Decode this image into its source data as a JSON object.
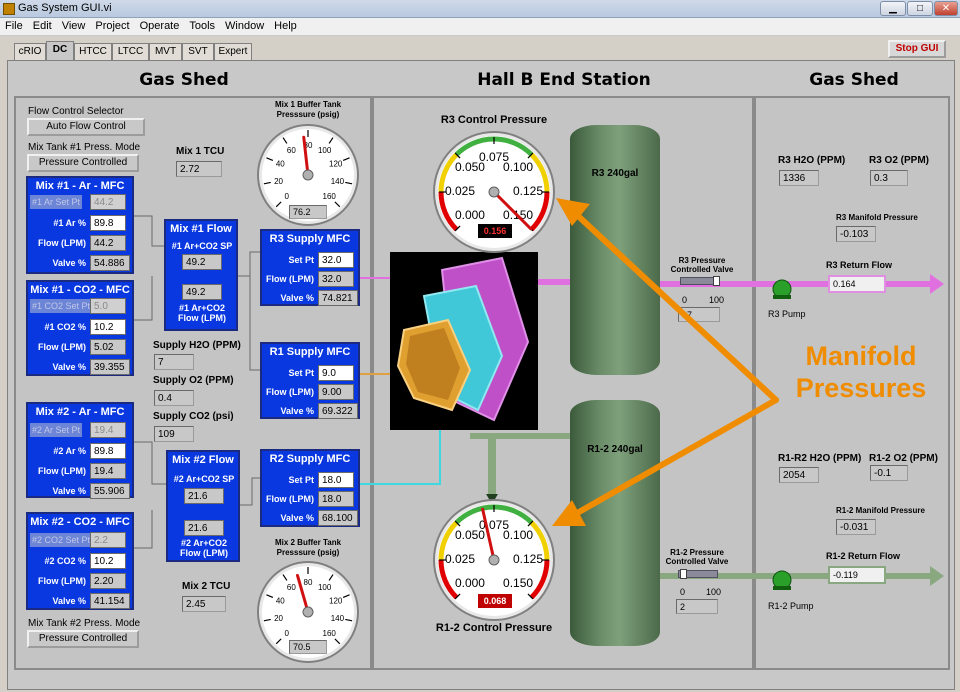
{
  "window": {
    "title": "Gas System GUI.vi",
    "min": "▁",
    "max": "□",
    "close": "✕"
  },
  "menu": [
    "File",
    "Edit",
    "View",
    "Project",
    "Operate",
    "Tools",
    "Window",
    "Help"
  ],
  "tabs": [
    "cRIO",
    "DC",
    "HTCC",
    "LTCC",
    "MVT",
    "SVT",
    "Expert"
  ],
  "active_tab": "DC",
  "stop_button": "Stop GUI",
  "left": {
    "title": "Gas Shed",
    "flow_selector_label": "Flow Control Selector",
    "flow_selector_btn": "Auto Flow Control",
    "mix1_mode_label": "Mix Tank #1 Press. Mode",
    "mix1_mode_btn": "Pressure Controlled",
    "mix2_mode_label": "Mix Tank #2 Press. Mode",
    "mix2_mode_btn": "Pressure Controlled",
    "mix1_ar": {
      "title": "Mix #1 - Ar - MFC",
      "sp_label": "#1 Ar Set Pt",
      "sp": "44.2",
      "pct_label": "#1 Ar %",
      "pct": "89.8",
      "flow_label": "Flow (LPM)",
      "flow": "44.2",
      "valve_label": "Valve %",
      "valve": "54.886"
    },
    "mix1_co2": {
      "title": "Mix #1 - CO2 - MFC",
      "sp_label": "#1 CO2 Set Pt",
      "sp": "5.0",
      "pct_label": "#1 CO2 %",
      "pct": "10.2",
      "flow_label": "Flow (LPM)",
      "flow": "5.02",
      "valve_label": "Valve %",
      "valve": "39.355"
    },
    "mix2_ar": {
      "title": "Mix #2 - Ar - MFC",
      "sp_label": "#2 Ar Set Pt",
      "sp": "19.4",
      "pct_label": "#2 Ar %",
      "pct": "89.8",
      "flow_label": "Flow (LPM)",
      "flow": "19.4",
      "valve_label": "Valve %",
      "valve": "55.906"
    },
    "mix2_co2": {
      "title": "Mix #2 - CO2 - MFC",
      "sp_label": "#2 CO2 Set Pt",
      "sp": "2.2",
      "pct_label": "#2 CO2 %",
      "pct": "10.2",
      "flow_label": "Flow (LPM)",
      "flow": "2.20",
      "valve_label": "Valve %",
      "valve": "41.154"
    },
    "mix1_flow": {
      "title": "Mix #1 Flow",
      "sp_label": "#1 Ar+CO2 SP",
      "sp": "49.2",
      "flow": "49.2",
      "flow_label": "#1 Ar+CO2\nFlow (LPM)"
    },
    "mix2_flow": {
      "title": "Mix #2 Flow",
      "sp_label": "#2 Ar+CO2 SP",
      "sp": "21.6",
      "flow": "21.6",
      "flow_label": "#2 Ar+CO2\nFlow (LPM)"
    },
    "mix1_tcu_label": "Mix 1 TCU",
    "mix1_tcu": "2.72",
    "mix2_tcu_label": "Mix 2 TCU",
    "mix2_tcu": "2.45",
    "supply_h2o_label": "Supply H2O (PPM)",
    "supply_h2o": "7",
    "supply_o2_label": "Supply O2 (PPM)",
    "supply_o2": "0.4",
    "supply_co2_label": "Supply CO2 (psi)",
    "supply_co2": "109",
    "buffer1": {
      "title": "Mix 1 Buffer Tank\nPresssure (psig)",
      "value": "76.2",
      "value_num": 76.2,
      "ticks": [
        "0",
        "20",
        "40",
        "60",
        "80",
        "100",
        "120",
        "140",
        "160"
      ]
    },
    "buffer2": {
      "title": "Mix 2 Buffer Tank\nPresssure (psig)",
      "value": "70.5",
      "value_num": 70.5,
      "ticks": [
        "0",
        "20",
        "40",
        "60",
        "80",
        "100",
        "120",
        "140",
        "160"
      ]
    },
    "r3_mfc": {
      "title": "R3 Supply MFC",
      "sp_label": "Set Pt",
      "sp": "32.0",
      "flow_label": "Flow (LPM)",
      "flow": "32.0",
      "valve_label": "Valve %",
      "valve": "74.821"
    },
    "r1_mfc": {
      "title": "R1 Supply MFC",
      "sp_label": "Set Pt",
      "sp": "9.0",
      "flow_label": "Flow (LPM)",
      "flow": "9.00",
      "valve_label": "Valve %",
      "valve": "69.322"
    },
    "r2_mfc": {
      "title": "R2 Supply MFC",
      "sp_label": "Set Pt",
      "sp": "18.0",
      "flow_label": "Flow (LPM)",
      "flow": "18.0",
      "valve_label": "Valve %",
      "valve": "68.100"
    }
  },
  "center": {
    "title": "Hall B End Station",
    "r3_gauge": {
      "title": "R3 Control Pressure",
      "value": "0.156",
      "value_num": 0.156,
      "ticks": [
        "0.000",
        "0.025",
        "0.050",
        "0.075",
        "0.100",
        "0.125",
        "0.150"
      ]
    },
    "r12_gauge": {
      "title": "R1-2 Control Pressure",
      "value": "0.068",
      "value_num": 0.068,
      "ticks": [
        "0.000",
        "0.025",
        "0.050",
        "0.075",
        "0.100",
        "0.125",
        "0.150"
      ]
    },
    "r3_tank": "R3 240gal",
    "r12_tank": "R1-2 240gal",
    "r3_valve_label": "R3 Pressure\nControlled Valve",
    "r3_valve": "97",
    "r3_valve_num": 97,
    "r12_valve_label": "R1-2 Pressure\nControlled Valve",
    "r12_valve": "2",
    "r12_valve_num": 2,
    "valve_min": "0",
    "valve_max": "100"
  },
  "right": {
    "title": "Gas Shed",
    "r3_h2o_label": "R3 H2O (PPM)",
    "r3_h2o": "1336",
    "r3_o2_label": "R3 O2 (PPM)",
    "r3_o2": "0.3",
    "r3_manifold_label": "R3 Manifold Pressure",
    "r3_manifold": "-0.103",
    "r3_return_label": "R3 Return Flow",
    "r3_return": "0.164",
    "r3_pump": "R3 Pump",
    "r12_h2o_label": "R1-R2 H2O (PPM)",
    "r12_h2o": "2054",
    "r12_o2_label": "R1-2 O2 (PPM)",
    "r12_o2": "-0.1",
    "r12_manifold_label": "R1-2 Manifold Pressure",
    "r12_manifold": "-0.031",
    "r12_return_label": "R1-2 Return Flow",
    "r12_return": "-0.119",
    "r12_pump": "R1-2 Pump"
  },
  "annotation": "Manifold\nPressures",
  "colors": {
    "mfc_blue": "#0a38e0",
    "stop_red": "#c00000",
    "tank_green": "#6c8f6a",
    "pipe_magenta": "#e070e0",
    "pipe_green": "#8aa880",
    "arrow_orange": "#f08c00"
  }
}
